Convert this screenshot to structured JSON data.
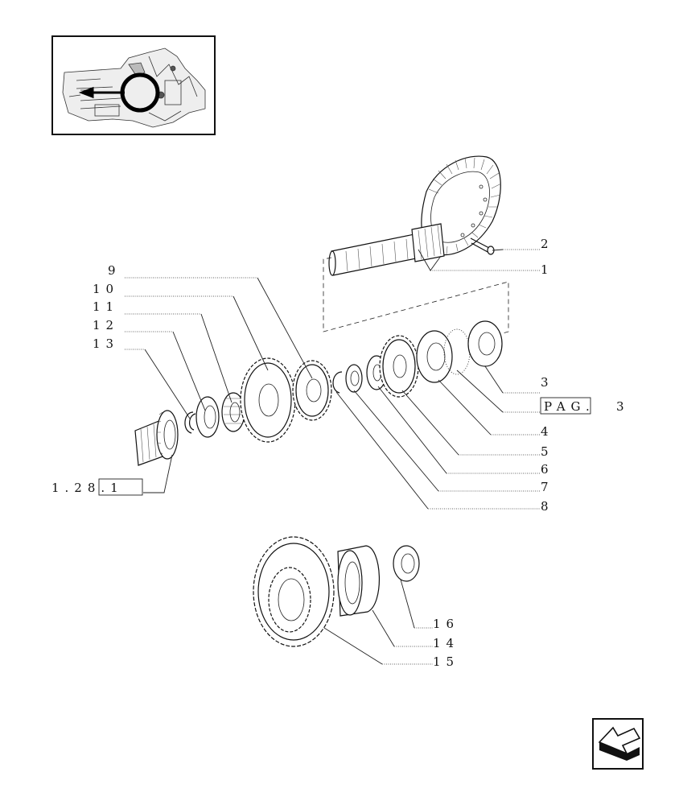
{
  "labels": {
    "l1": "1",
    "l2": "2",
    "l3": "3",
    "l4": "4",
    "l5": "5",
    "l6": "6",
    "l7": "7",
    "l8": "8",
    "l9": "9",
    "l10": "10",
    "l11": "11",
    "l12": "12",
    "l13": "13",
    "l14": "14",
    "l15": "15",
    "l16": "16",
    "ref_left": "1.28.1",
    "ref_pag": "PAG.",
    "ref_pag_num": "3"
  },
  "icons": {
    "thumbnail": "tractor-transmission-locator-thumbnail",
    "nav": "back-arrow-icon"
  }
}
